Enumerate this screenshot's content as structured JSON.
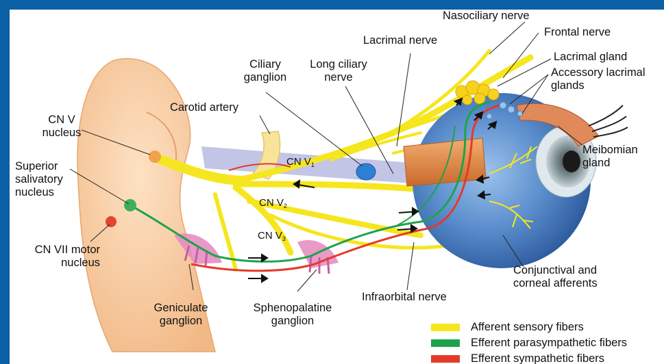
{
  "labels": {
    "nasociliary_nerve": "Nasociliary nerve",
    "frontal_nerve": "Frontal nerve",
    "lacrimal_nerve": "Lacrimal nerve",
    "lacrimal_gland": "Lacrimal gland",
    "accessory_lacrimal_line1": "Accessory lacrimal",
    "accessory_lacrimal_line2": "glands",
    "ciliary_ganglion_line1": "Ciliary",
    "ciliary_ganglion_line2": "ganglion",
    "long_ciliary_line1": "Long ciliary",
    "long_ciliary_line2": "nerve",
    "carotid_artery": "Carotid artery",
    "cn_v_nucleus_line1": "CN V",
    "cn_v_nucleus_line2": "nucleus",
    "superior_salivatory_line1": "Superior",
    "superior_salivatory_line2": "salivatory",
    "superior_salivatory_line3": "nucleus",
    "cn_vii_motor_line1": "CN VII motor",
    "cn_vii_motor_line2": "nucleus",
    "meibomian_line1": "Meibomian",
    "meibomian_line2": "gland",
    "conjunctival_line1": "Conjunctival and",
    "conjunctival_line2": "corneal afferents",
    "infraorbital_nerve": "Infraorbital nerve",
    "geniculate_line1": "Geniculate",
    "geniculate_line2": "ganglion",
    "sphenopalatine_line1": "Sphenopalatine",
    "sphenopalatine_line2": "ganglion"
  },
  "branches": {
    "v1_prefix": "CN V",
    "v1_sub": "1",
    "v2_prefix": "CN V",
    "v2_sub": "2",
    "v3_prefix": "CN V",
    "v3_sub": "3"
  },
  "legend": [
    {
      "label": "Afferent sensory fibers",
      "color": "#f5e61e"
    },
    {
      "label": "Efferent parasympathetic fibers",
      "color": "#1fa34a"
    },
    {
      "label": "Efferent sympathetic fibers",
      "color": "#e43a2a"
    }
  ],
  "colors": {
    "frame": "#0b5fa5",
    "sensory": "#f5e61e",
    "parasympathetic": "#1fa34a",
    "sympathetic": "#e43a2a",
    "brainstem": "#f6c79b",
    "eye": "#4c7fc0",
    "muscle": "#e08a4a",
    "ganglion_pink": "#e58fc2"
  }
}
